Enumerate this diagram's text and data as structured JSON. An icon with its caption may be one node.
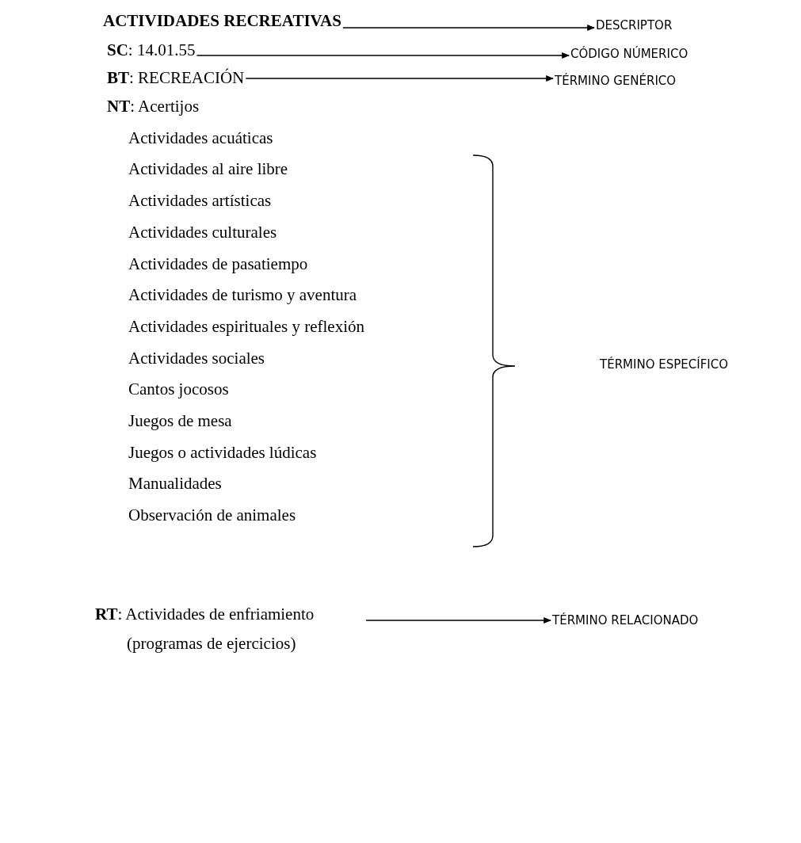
{
  "diagram": {
    "nodes": [
      {
        "text": [
          "ACTIVIDADES RECREATIVAS"
        ]
      },
      {
        "text": [
          "DESCRIPTOR"
        ]
      },
      {
        "text": [
          "**SC**: 14.01.55"
        ]
      },
      {
        "text": [
          "CÓDIGO NÚMERICO"
        ]
      },
      {
        "text": [
          "**BT**: RECREACIÓN"
        ]
      },
      {
        "text": [
          "TÉRMINO GENÉRICO"
        ]
      },
      {
        "text": [
          "**RT**: Actividades de enfriamiento (programas de ejercicios)"
        ]
      },
      {
        "text": [
          "TÉRMINO RELACIONADO"
        ]
      }
    ],
    "edges": [
      {
        "from": 0,
        "to": 1,
        "arrow": "to"
      },
      {
        "from": 2,
        "to": 3,
        "arrow": "to"
      },
      {
        "from": 4,
        "to": 5,
        "arrow": "to"
      },
      {
        "from": 6,
        "to": 7,
        "arrow": "to"
      }
    ],
    "labels": [
      "**NT**: Acertijos",
      "Actividades acuáticas",
      "Actividades al aire libre",
      "Actividades artísticas",
      "Actividades culturales",
      "Actividades de pasatiempo",
      "Actividades de turismo y aventura",
      "Actividades espirituales y reflexión",
      "Actividades sociales",
      "Cantos jocosos",
      "Juegos de mesa",
      "Juegos o actividades lúdicas",
      "Manualidades",
      "Observación de animales",
      "TÉRMINO ESPECÍFICO"
    ]
  }
}
